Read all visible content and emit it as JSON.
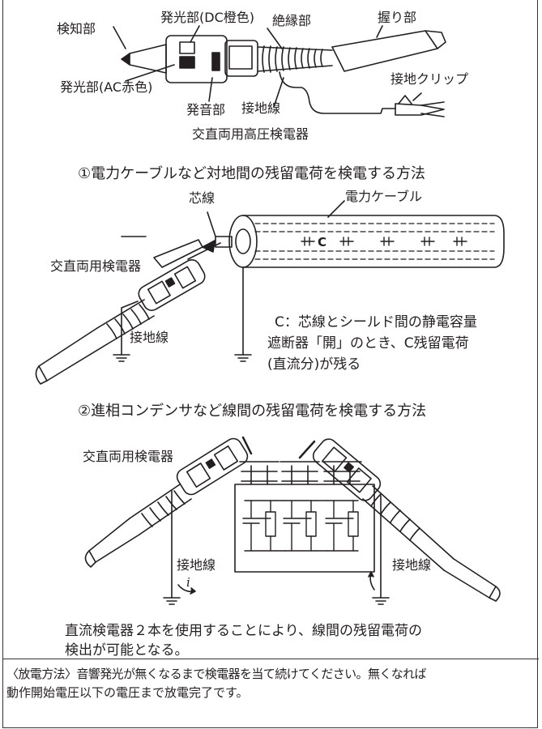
{
  "fig1": {
    "labels": {
      "detector": "検知部",
      "lamp_dc": "発光部(DC橙色)",
      "insulator": "絶縁部",
      "grip": "握り部",
      "ground_clip": "接地クリップ",
      "lamp_ac": "発光部(AC赤色)",
      "buzzer": "発音部",
      "ground_wire": "接地線"
    },
    "caption": "交直両用高圧検電器"
  },
  "fig2": {
    "heading": "①電力ケーブルなど対地間の残留電荷を検電する方法",
    "labels": {
      "core": "芯線",
      "cable": "電力ケーブル",
      "detector": "交直両用検電器",
      "ground_wire": "接地線",
      "capacitance_symbol": "C"
    },
    "note": [
      "C：芯線とシールド間の静電容量",
      "遮断器「開」のとき、C残留電荷",
      "(直流分)が残る"
    ]
  },
  "fig3": {
    "heading": "②進相コンデンサなど線間の残留電荷を検電する方法",
    "labels": {
      "detector": "交直両用検電器",
      "ground_wire_left": "接地線",
      "ground_wire_right": "接地線",
      "current": "i"
    },
    "note": [
      "直流検電器２本を使用することにより、線間の残留電荷の",
      "検出が可能となる。"
    ]
  },
  "discharge": [
    "〈放電方法〉音響発光が無くなるまで検電器を当て続けてください。無くなれば",
    "動作開始電圧以下の電圧まで放電完了です。"
  ]
}
